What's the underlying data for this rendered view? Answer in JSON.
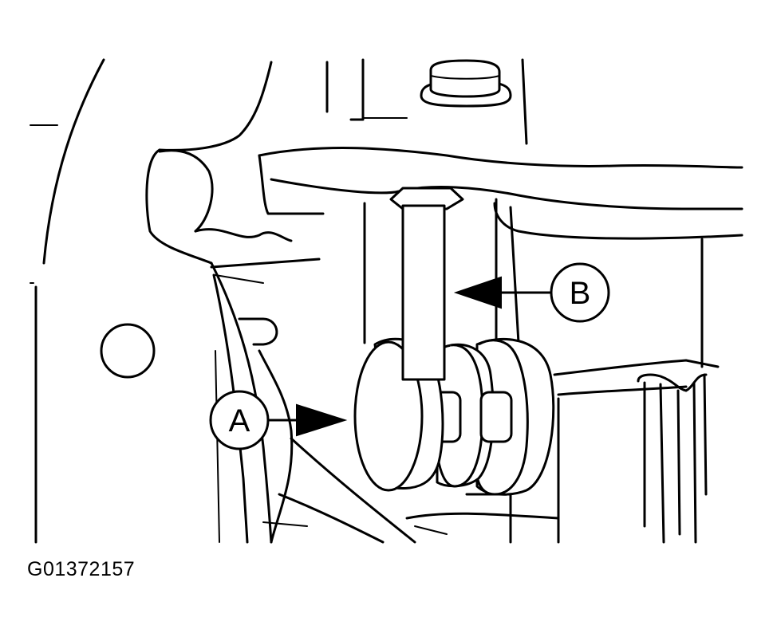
{
  "figure_id": "G01372157",
  "callouts": [
    {
      "id": "A",
      "label": "A"
    },
    {
      "id": "B",
      "label": "B"
    }
  ],
  "colors": {
    "line": "#000000",
    "background": "#ffffff"
  }
}
